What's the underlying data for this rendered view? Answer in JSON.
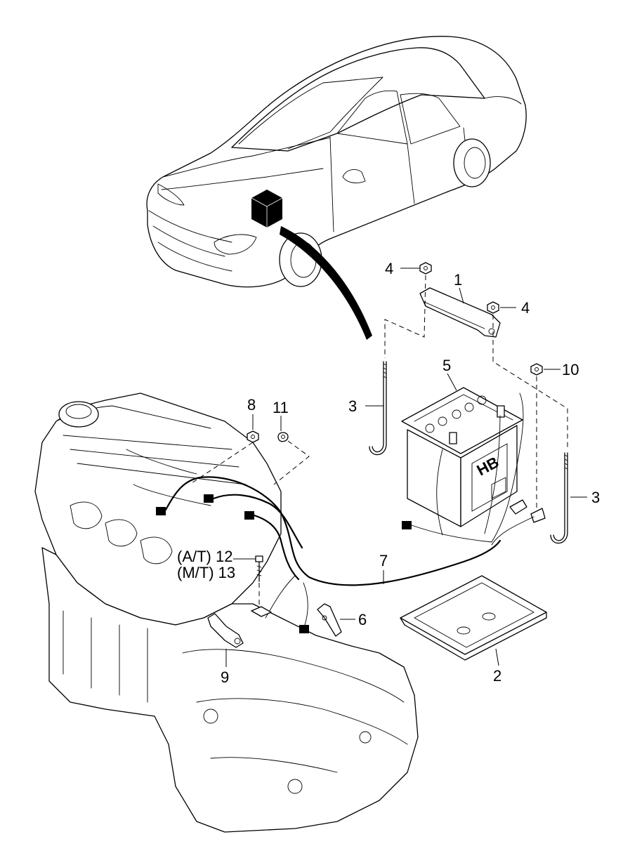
{
  "diagram": {
    "callouts": [
      {
        "id": "c1",
        "text": "1"
      },
      {
        "id": "c2",
        "text": "2"
      },
      {
        "id": "c3a",
        "text": "3"
      },
      {
        "id": "c3b",
        "text": "3"
      },
      {
        "id": "c4a",
        "text": "4"
      },
      {
        "id": "c4b",
        "text": "4"
      },
      {
        "id": "c5",
        "text": "5"
      },
      {
        "id": "c6",
        "text": "6"
      },
      {
        "id": "c7",
        "text": "7"
      },
      {
        "id": "c8",
        "text": "8"
      },
      {
        "id": "c9",
        "text": "9"
      },
      {
        "id": "c10",
        "text": "10"
      },
      {
        "id": "c11",
        "text": "11"
      },
      {
        "id": "c12",
        "text": "(A/T) 12"
      },
      {
        "id": "c13",
        "text": "(M/T) 13"
      }
    ],
    "battery_label": "HB"
  }
}
